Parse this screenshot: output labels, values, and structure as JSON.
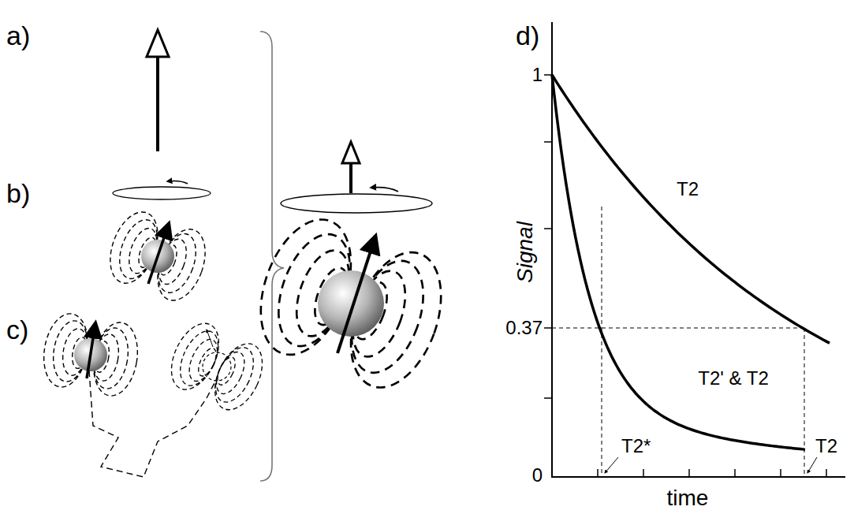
{
  "diagram": {
    "labels": [
      "a)",
      "b)",
      "c)",
      "d)",
      "1",
      "0.37",
      "0",
      "Signal",
      "time",
      "T2",
      "T2' & T2",
      "T2*",
      "T2"
    ]
  }
}
